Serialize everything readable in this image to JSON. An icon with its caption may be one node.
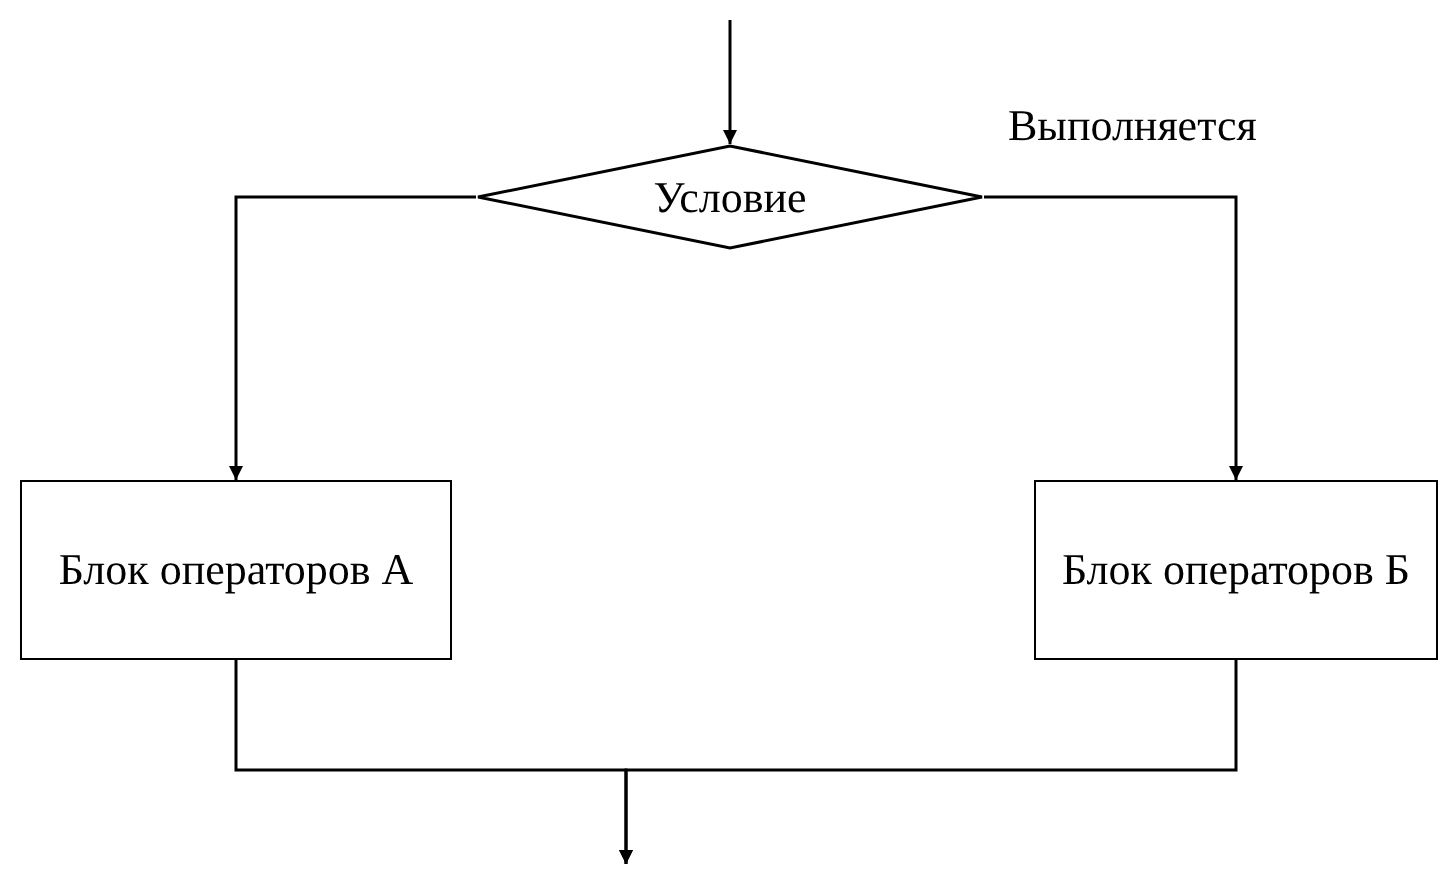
{
  "diagram": {
    "nodes": [
      {
        "text": [
          "Условие"
        ]
      },
      {
        "text": [
          "Блок операторов А"
        ]
      },
      {
        "text": [
          "Блок операторов Б"
        ]
      }
    ],
    "edges": [
      {
        "from": null,
        "to": 0,
        "arrow": "to"
      },
      {
        "from": 0,
        "to": 1,
        "arrow": "to"
      },
      {
        "from": 0,
        "to": 2,
        "arrow": "to",
        "label": "Выполняется"
      },
      {
        "from": 1,
        "to": null,
        "arrow": "to"
      },
      {
        "from": 2,
        "to": null,
        "arrow": "to"
      }
    ]
  }
}
